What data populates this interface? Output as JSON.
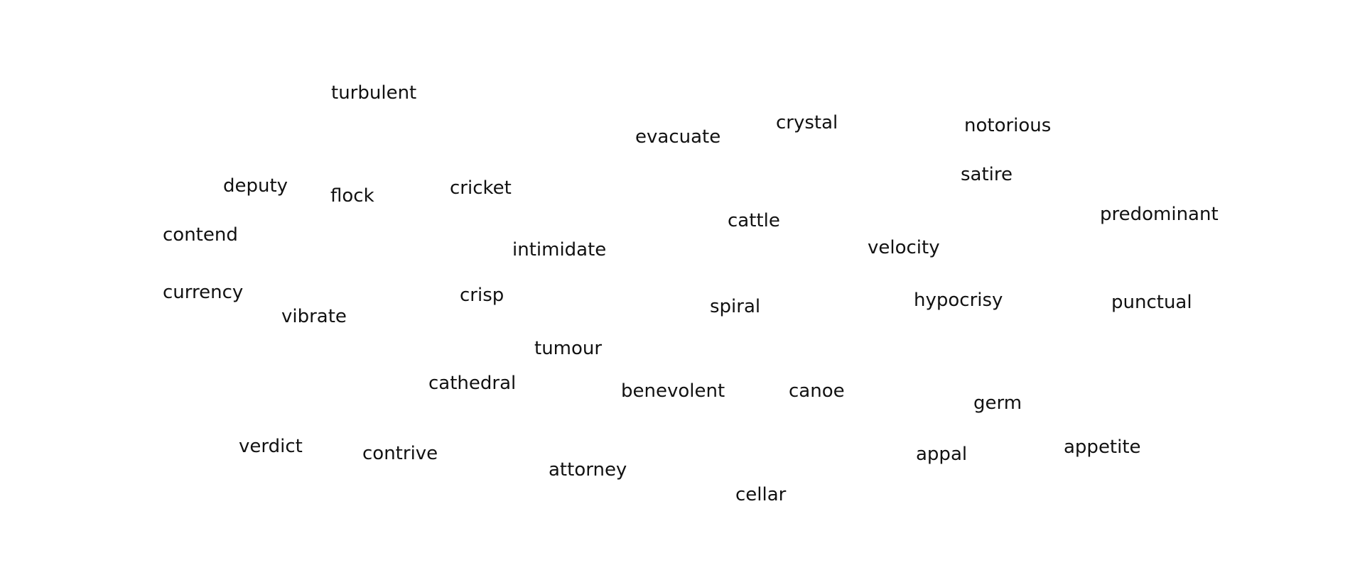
{
  "words": [
    "turbulent",
    "evacuate",
    "crystal",
    "notorious",
    "satire",
    "deputy",
    "flock",
    "cricket",
    "predominant",
    "cattle",
    "contend",
    "intimidate",
    "velocity",
    "currency",
    "crisp",
    "vibrate",
    "spiral",
    "hypocrisy",
    "punctual",
    "tumour",
    "cathedral",
    "benevolent",
    "canoe",
    "germ",
    "verdict",
    "contrive",
    "attorney",
    "appal",
    "appetite",
    "cellar"
  ]
}
